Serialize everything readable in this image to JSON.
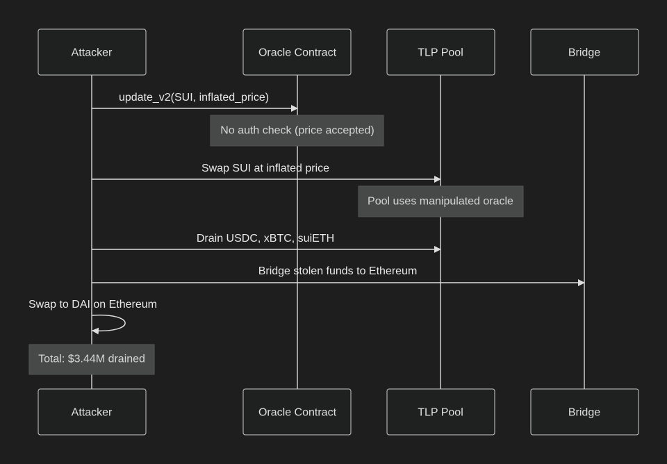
{
  "participants": [
    {
      "id": "attacker",
      "label": "Attacker"
    },
    {
      "id": "oracle",
      "label": "Oracle Contract"
    },
    {
      "id": "pool",
      "label": "TLP Pool"
    },
    {
      "id": "bridge",
      "label": "Bridge"
    }
  ],
  "messages": [
    {
      "from": "attacker",
      "to": "oracle",
      "label": "update_v2(SUI, inflated_price)"
    },
    {
      "from": "attacker",
      "to": "pool",
      "label": "Swap SUI at inflated price"
    },
    {
      "from": "attacker",
      "to": "pool",
      "label": "Drain USDC, xBTC, suiETH"
    },
    {
      "from": "attacker",
      "to": "bridge",
      "label": "Bridge stolen funds to Ethereum"
    },
    {
      "from": "attacker",
      "to": "attacker",
      "label": "Swap to DAI on Ethereum"
    }
  ],
  "notes": [
    {
      "over": "oracle",
      "label": "No auth check (price accepted)"
    },
    {
      "over": "pool",
      "label": "Pool uses manipulated oracle"
    },
    {
      "over": "attacker",
      "label": "Total: $3.44M drained"
    }
  ],
  "colors": {
    "background": "#1e1e1e",
    "actor_fill": "#1f2020",
    "line": "#cccccc",
    "note_fill": "#474948",
    "text": "#e0e0e0"
  }
}
